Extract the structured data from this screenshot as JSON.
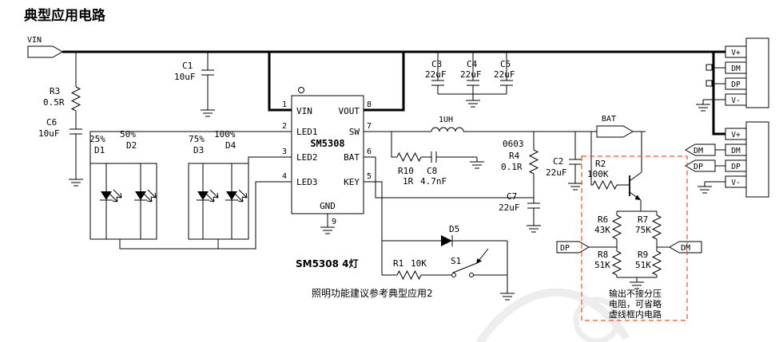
{
  "title": "典型应用电路",
  "colors": {
    "wire": "#000000",
    "dashed_box": "#e8512e",
    "note_text": "#555555",
    "watermark": "#d9d9d9",
    "background": "#ffffff"
  },
  "net_labels": {
    "vin": "VIN",
    "bat": "BAT",
    "dp": "DP",
    "dm": "DM"
  },
  "ic": {
    "name": "SM5308",
    "pin_numbers": {
      "p1": "1",
      "p2": "2",
      "p3": "3",
      "p4": "4",
      "p5": "5",
      "p6": "6",
      "p7": "7",
      "p8": "8",
      "p9": "9"
    },
    "pin_names": {
      "vin": "VIN",
      "vout": "VOUT",
      "led1": "LED1",
      "sw": "SW",
      "led2": "LED2",
      "bat": "BAT",
      "led3": "LED3",
      "key": "KEY",
      "gnd": "GND"
    }
  },
  "components": {
    "r3": {
      "ref": "R3",
      "val": "0.5R"
    },
    "c6": {
      "ref": "C6",
      "val": "10uF"
    },
    "c1": {
      "ref": "C1",
      "val": "10uF"
    },
    "c3": {
      "ref": "C3",
      "val": "22uF"
    },
    "c4": {
      "ref": "C4",
      "val": "22uF"
    },
    "c5": {
      "ref": "C5",
      "val": "22uF"
    },
    "l1": {
      "val": "1UH"
    },
    "r10": {
      "ref": "R10",
      "val": "1R"
    },
    "c8": {
      "ref": "C8",
      "val": "4.7nF"
    },
    "r4": {
      "pkg": "0603",
      "ref": "R4",
      "val": "0.1R"
    },
    "c2": {
      "ref": "C2",
      "val": "22uF"
    },
    "c7": {
      "ref": "C7",
      "val": "22uF"
    },
    "d5": {
      "ref": "D5"
    },
    "r1": {
      "ref": "R1",
      "val": "10K"
    },
    "s1": {
      "ref": "S1"
    },
    "r2": {
      "ref": "R2",
      "val": "100K"
    },
    "r6": {
      "ref": "R6",
      "val": "43K"
    },
    "r7": {
      "ref": "R7",
      "val": "75K"
    },
    "r8": {
      "ref": "R8",
      "val": "51K"
    },
    "r9": {
      "ref": "R9",
      "val": "51K"
    }
  },
  "leds": [
    {
      "pct": "25%",
      "ref": "D1"
    },
    {
      "pct": "50%",
      "ref": "D2"
    },
    {
      "pct": "75%",
      "ref": "D3"
    },
    {
      "pct": "100%",
      "ref": "D4"
    }
  ],
  "usb_top": {
    "v_plus": "V+",
    "dm": "DM",
    "dp": "DP",
    "v_minus": "V-"
  },
  "usb_bottom": {
    "v_plus": "V+",
    "dm": "DM",
    "dp": "DP",
    "v_minus": "V-"
  },
  "notes": {
    "ic_variant": "SM5308 4灯",
    "lighting": "照明功能建议参考典型应用2",
    "divider_line1": "输出不接分压",
    "divider_line2": "电阻，可省略",
    "divider_line3": "虚线框内电路"
  }
}
